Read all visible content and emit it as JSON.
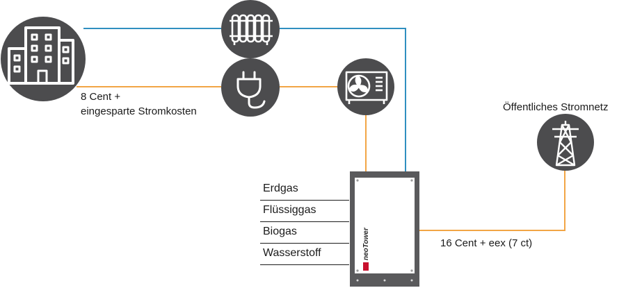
{
  "colors": {
    "icon_circle": "#4c4c4e",
    "icon_stroke": "#ffffff",
    "heat_line": "#2f8fc0",
    "power_line": "#f2a545",
    "device_frame": "#5a5a5c",
    "device_panel": "#ffffff",
    "brand_accent": "#c8102e"
  },
  "nodes": {
    "building": {
      "icon": "building-icon"
    },
    "radiator": {
      "icon": "radiator-icon"
    },
    "plug": {
      "icon": "plug-icon"
    },
    "heat_pump": {
      "icon": "fan-unit-icon"
    },
    "grid": {
      "icon": "power-pylon-icon",
      "label": "Öffentliches Stromnetz"
    },
    "device": {
      "brand": "neoTower"
    }
  },
  "labels": {
    "self_use_line1": "8 Cent +",
    "self_use_line2": "eingesparte Stromkosten",
    "feed_in": "16 Cent + eex (7 ct)"
  },
  "fuels": [
    "Erdgas",
    "Flüssiggas",
    "Biogas",
    "Wasserstoff"
  ]
}
